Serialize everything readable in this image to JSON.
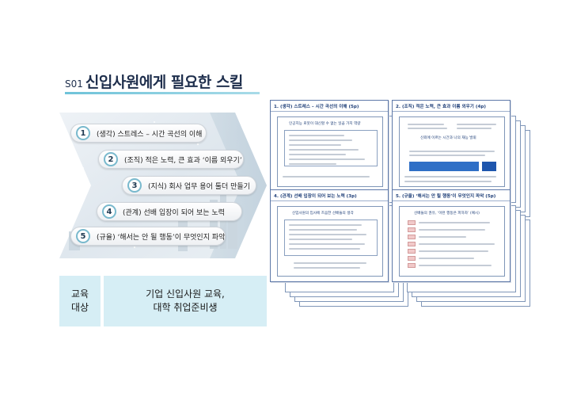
{
  "title": {
    "number": "S01",
    "text": "신입사원에게 필요한 스킬"
  },
  "steps": [
    {
      "num": "1",
      "label": "(생각) 스트레스 – 시간 곡선의 이해"
    },
    {
      "num": "2",
      "label": "(조직) 적은 노력, 큰 효과 ‘이름 외우기’"
    },
    {
      "num": "3",
      "label": "(지식) 회사 업무 용어 툴더 만들기"
    },
    {
      "num": "4",
      "label": "(관계) 선배 입장이 되어 보는 노력"
    },
    {
      "num": "5",
      "label": "(규율) ‘해서는 안 될 행동’이 무엇인지 파악"
    }
  ],
  "target": {
    "head": [
      "교육",
      "대상"
    ],
    "body": [
      "기업 신입사원 교육,",
      "대학 취업준비생"
    ]
  },
  "cards": [
    {
      "title": "1. (생각) 스트레스 – 시간 곡선의 이해 (5p)",
      "subhead": "인공지능 로봇이 대신할 수 없는 일곱 가지 역량"
    },
    {
      "title": "2. (조직) 적은 노력, 큰 효과 이름 외우기 (4p)",
      "subhead": "신뢰에 이르는 시간과 나의 재능 발휘"
    },
    {
      "title": "4. (관계) 선배 입장이 되어 보는 노력 (3p)",
      "subhead": "신입사원의 입사에 즈음한 선배들의 생각"
    },
    {
      "title": "5. (규율) ‘해서는 안 될 행동’이 무엇인지 파악 (5p)",
      "subhead": "선배들의 권유, ‘이런 행동은 피하자’ (예시)"
    }
  ],
  "colors": {
    "accent": "#79b9cd",
    "table_bg": "#d6eef5",
    "title": "#1f2f4d",
    "doc_border": "#5d78a8"
  }
}
